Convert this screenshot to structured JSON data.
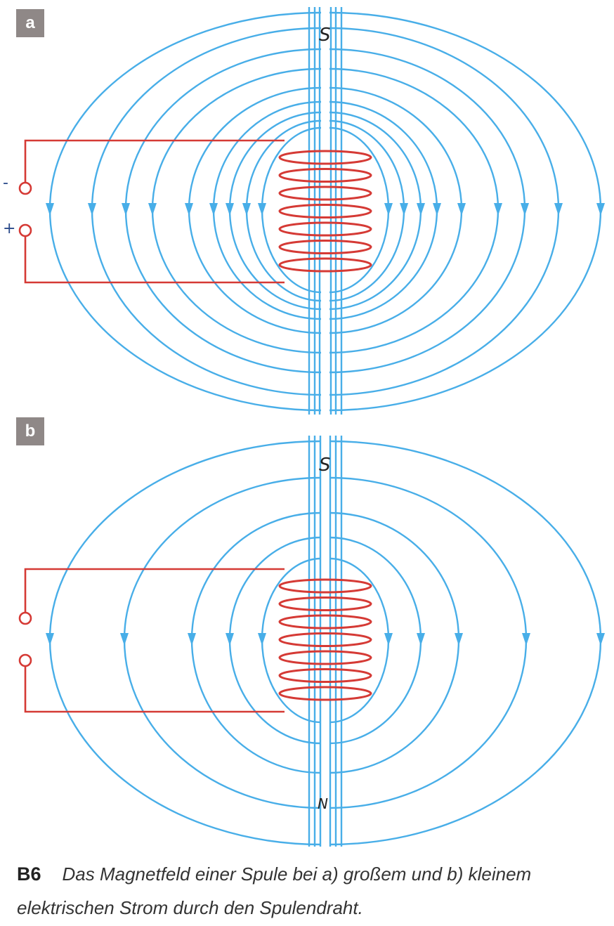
{
  "panels": [
    {
      "label": "a",
      "pole_top": "S"
    },
    {
      "label": "b",
      "pole_top": "S",
      "pole_bottom": "N"
    }
  ],
  "annotations": {
    "minus": "-",
    "plus": "+"
  },
  "caption": {
    "number": "B6",
    "text": "Das Magnetfeld einer Spule bei a) großem und b) kleinem elektrischen Strom durch den Spulendraht."
  },
  "colors": {
    "field_lines": "#48aee8",
    "circuit": "#d53a35",
    "label_bg": "#8f8887"
  }
}
